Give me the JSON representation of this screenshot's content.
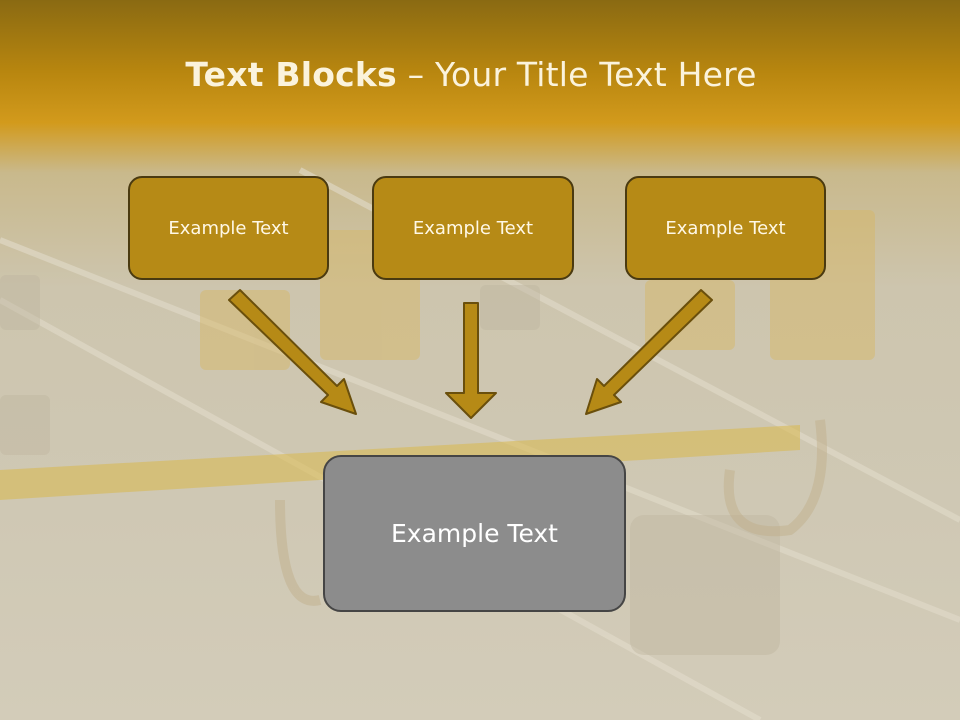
{
  "slide": {
    "title_bold": "Text Blocks",
    "title_rest": " – Your Title Text Here",
    "top_boxes": [
      {
        "label": "Example Text"
      },
      {
        "label": "Example Text"
      },
      {
        "label": "Example Text"
      }
    ],
    "bottom_box": {
      "label": "Example Text"
    }
  },
  "colors": {
    "box_fill": "#b68a16",
    "box_border": "#4a3a10",
    "bottom_fill": "#8c8c8c",
    "arrow_fill": "#b68a16"
  }
}
